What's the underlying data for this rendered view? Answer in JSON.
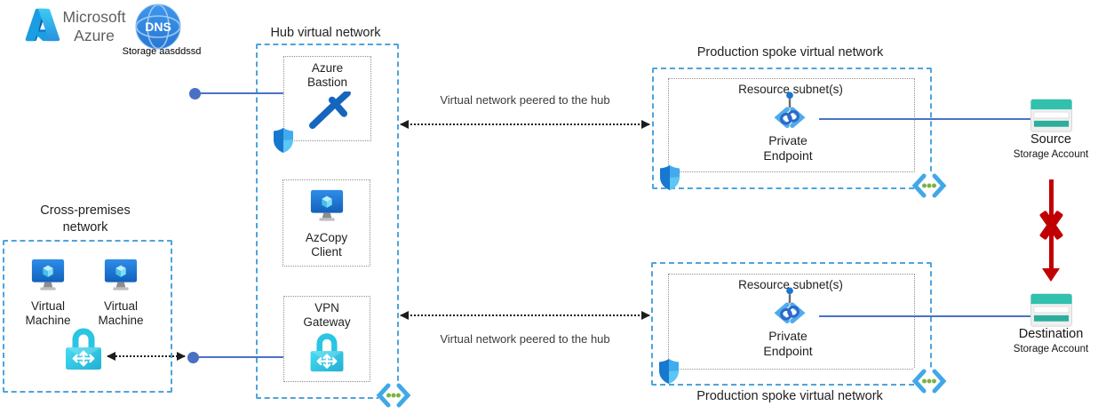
{
  "brand": {
    "line1": "Microsoft",
    "line2": "Azure",
    "dns_label": "DNS",
    "dns_caption": "Storage aasddssd"
  },
  "hub": {
    "title": "Hub virtual network",
    "bastion_label": "Azure Bastion",
    "azcopy_label": "AzCopy Client",
    "vpn_label": "VPN Gateway"
  },
  "cross_premises": {
    "title": "Cross-premises network",
    "vm1_label": "Virtual Machine",
    "vm2_label": "Virtual Machine"
  },
  "peering": {
    "top_label": "Virtual network peered to the hub",
    "bottom_label": "Virtual network peered to the hub"
  },
  "spoke_top": {
    "title": "Production spoke virtual network",
    "subnet_label": "Resource subnet(s)",
    "endpoint_label": "Private Endpoint"
  },
  "spoke_bottom": {
    "title": "Production spoke virtual network",
    "subnet_label": "Resource subnet(s)",
    "endpoint_label": "Private Endpoint"
  },
  "storage_source": {
    "name": "Source",
    "type": "Storage Account"
  },
  "storage_destination": {
    "name": "Destination",
    "type": "Storage Account"
  },
  "icons": {
    "azure-logo-icon": "azure-a-mark",
    "dns-icon": "globe-with-dns",
    "bastion-icon": "crossed-diagonal-bars",
    "virtual-machine-icon": "monitor-with-cube",
    "vpn-gateway-icon": "cyan-lock-with-arrows",
    "shield-icon": "blue-shield",
    "private-endpoint-icon": "brackets-chain-with-pin",
    "virtual-network-icon": "angle-brackets-three-green-dots",
    "storage-account-icon": "teal-striped-storage",
    "blocked-arrow-icon": "red-arrow-with-x"
  },
  "colors": {
    "dash_blue": "#4FA3DC",
    "connector_blue": "#4A72C8",
    "blocked_red": "#C00000",
    "storage_teal": "#30C1AD",
    "vnet_dot_green": "#7CB342",
    "arrow_black": "#1C1C1C"
  }
}
